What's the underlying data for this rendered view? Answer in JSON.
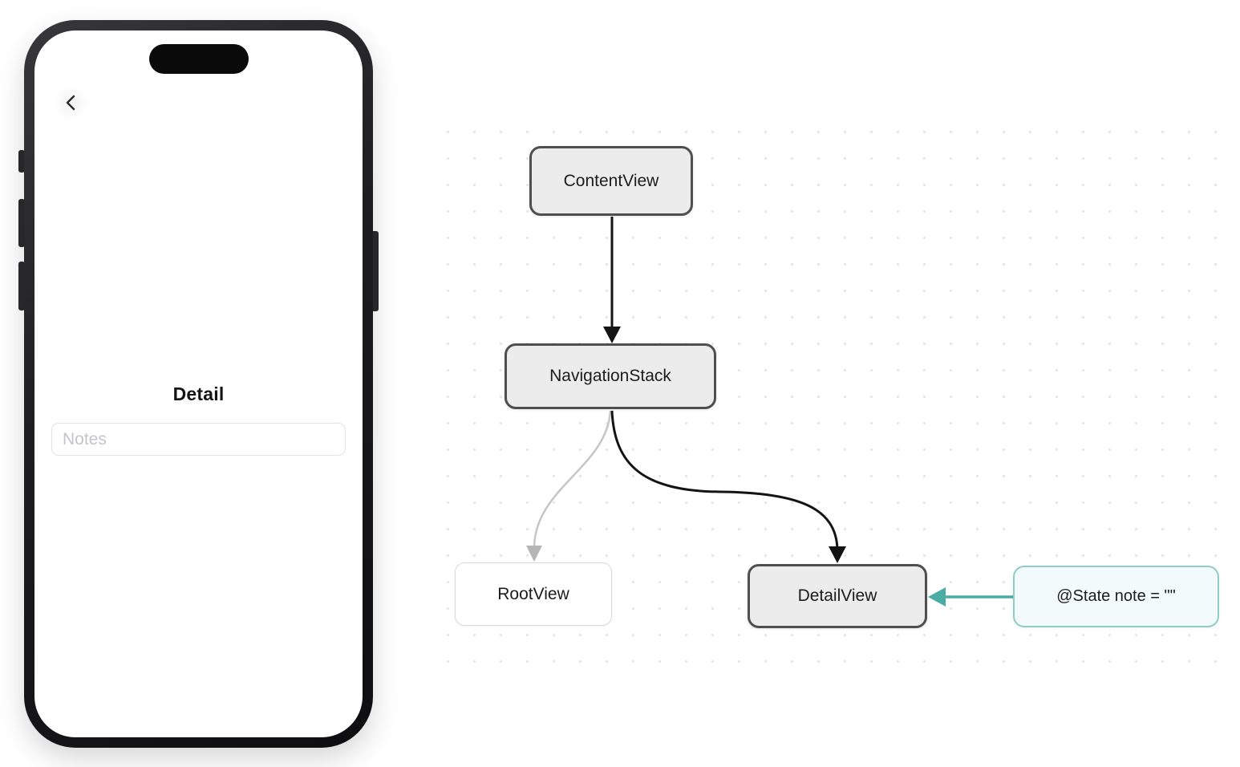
{
  "phone": {
    "title": "Detail",
    "notes_placeholder": "Notes"
  },
  "diagram": {
    "nodes": [
      {
        "label": "ContentView"
      },
      {
        "label": "NavigationStack"
      },
      {
        "label": "RootView"
      },
      {
        "label": "DetailView"
      },
      {
        "label": "@State note = \"\""
      }
    ],
    "colors": {
      "node_fill": "#ececec",
      "node_border": "#4f4f4f",
      "muted_border": "#d9d9d9",
      "edge_dark": "#141414",
      "edge_muted": "#c6c6c6",
      "arrow_muted": "#b5b5b5",
      "accent_teal": "#4aaca5",
      "state_fill": "#f2fafb",
      "state_border": "#8ecdc8",
      "dot_grid": "#e6e6e8"
    }
  }
}
